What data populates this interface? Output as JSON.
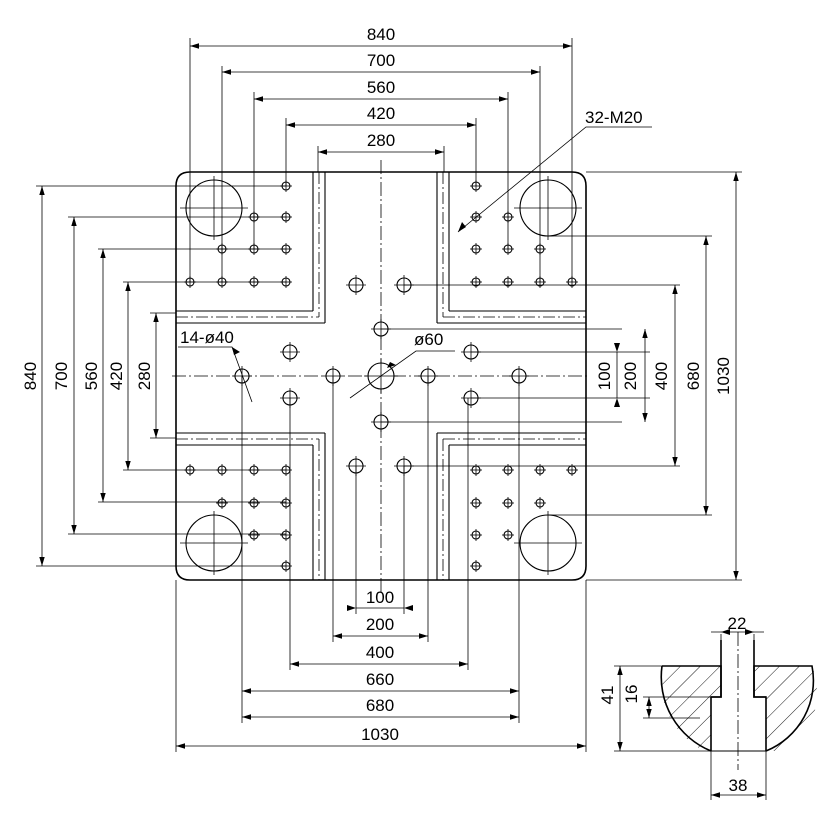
{
  "dimensions": {
    "top": [
      "840",
      "700",
      "560",
      "420",
      "280"
    ],
    "left": [
      "840",
      "700",
      "560",
      "420",
      "280"
    ],
    "right": [
      "100",
      "200",
      "400",
      "680",
      "1030"
    ],
    "bottom": [
      "100",
      "200",
      "400",
      "660",
      "680",
      "1030"
    ]
  },
  "callouts": {
    "tapped_holes": "32-M20",
    "tie_bar_holes": "14-ø40",
    "center_hole": "ø60"
  },
  "section": {
    "slot_width": "22",
    "depth": "41",
    "slot_depth": "16",
    "base_width": "38"
  }
}
